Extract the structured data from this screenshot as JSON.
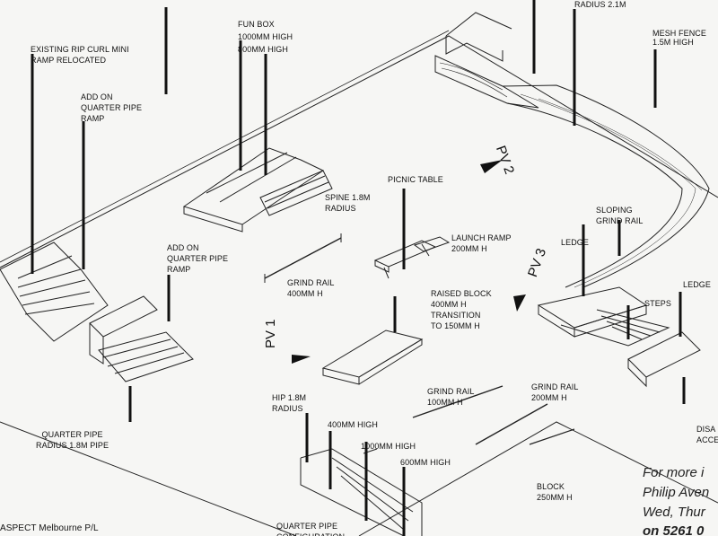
{
  "labels": {
    "radius_top": "RADIUS 2.1m",
    "mesh_fence": "MESH FENCE\n1.5m HIGH",
    "fun_box": "FUN BOX\n1000mm HIGH\n800mm HIGH",
    "existing_ramp": "EXISTING RIP CURL MINI\nRAMP RELOCATED",
    "add_on_qp_top": "ADD ON\nQUARTER PIPE\nRAMP",
    "spine": "SPINE 1.8m\nRADIUS",
    "picnic_table": "PICNIC TABLE",
    "launch_ramp": "LAUNCH RAMP\n200mm H",
    "sloping_rail": "SLOPING\nGRIND RAIL",
    "ledge_mid": "LEDGE",
    "ledge_right": "LEDGE",
    "steps": "STEPS",
    "add_on_qp_left": "ADD ON\nQUARTER PIPE\nRAMP",
    "grind_rail_400": "GRIND RAIL\n400mm H",
    "raised_block": "RAISED BLOCK\n400mm H\nTRANSITION\nTO 150mm H",
    "grind_rail_100": "GRIND RAIL\n100mm H",
    "grind_rail_200": "GRIND RAIL\n200mm H",
    "hip": "HIP 1.8m\nRADIUS",
    "h400": "400mm HIGH",
    "h1000": "1000mm HIGH",
    "h600": "600mm HIGH",
    "quarter_pipe_left": "QUARTER PIPE\nRADIUS 1.8m PIPE",
    "block": "BLOCK\n250mm H",
    "disabled": "DISA\nACCE",
    "qp_config": "QUARTER PIPE\nCONFIGURATION",
    "aspect": "ASPECT Melbourne P/L"
  },
  "views": {
    "pv1": "PV 1",
    "pv2": "PV 2",
    "pv3": "PV 3"
  },
  "info": {
    "line1": "For more i",
    "line2": "Philip Aven",
    "line3": "Wed, Thur",
    "line4": "on 5261 0"
  }
}
